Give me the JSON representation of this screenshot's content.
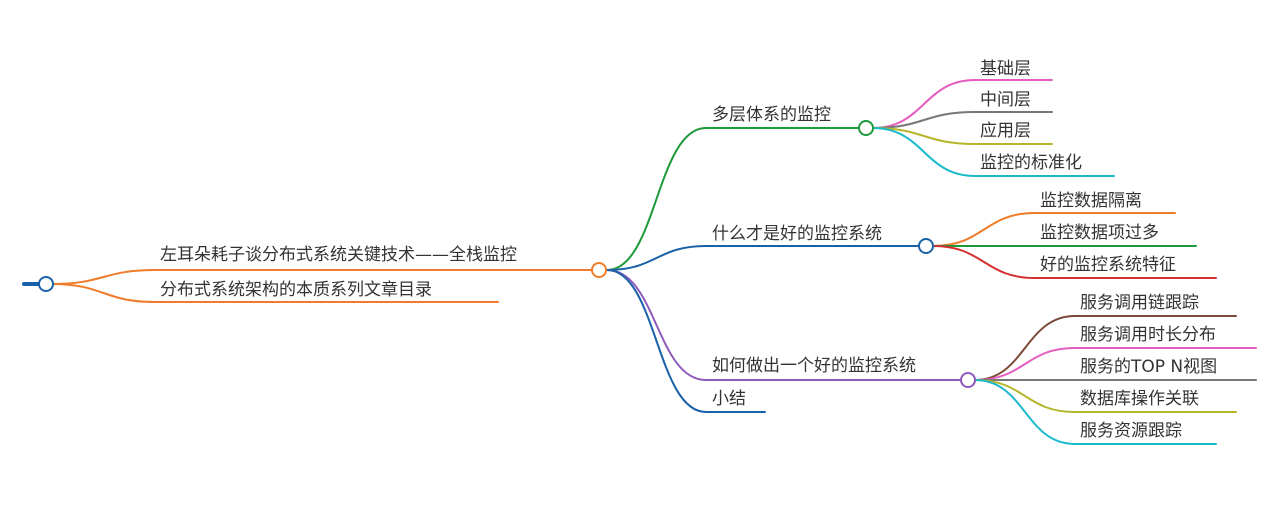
{
  "mindmap": {
    "root": {
      "title": "左耳朵耗子谈分布式系统关键技术——全栈监控",
      "sibling": "分布式系统架构的本质系列文章目录"
    },
    "branches": [
      {
        "label": "多层体系的监控",
        "color": "#1e9a3c",
        "children": [
          {
            "label": "基础层",
            "color": "#e55bbf"
          },
          {
            "label": "中间层",
            "color": "#777777"
          },
          {
            "label": "应用层",
            "color": "#b5b52a"
          },
          {
            "label": "监控的标准化",
            "color": "#19b9cc"
          }
        ]
      },
      {
        "label": "什么才是好的监控系统",
        "color": "#1a62a8",
        "children": [
          {
            "label": "监控数据隔离",
            "color": "#f07b2a"
          },
          {
            "label": "监控数据项过多",
            "color": "#1e9a3c"
          },
          {
            "label": "好的监控系统特征",
            "color": "#d32f2f"
          }
        ]
      },
      {
        "label": "如何做出一个好的监控系统",
        "color": "#8e5bbd",
        "children": [
          {
            "label": "服务调用链跟踪",
            "color": "#7a4a36"
          },
          {
            "label": "服务调用时长分布",
            "color": "#e55bbf"
          },
          {
            "label": "服务的TOP N视图",
            "color": "#777777"
          },
          {
            "label": "数据库操作关联",
            "color": "#b5b52a"
          },
          {
            "label": "服务资源跟踪",
            "color": "#19b9cc"
          }
        ]
      },
      {
        "label": "小结",
        "color": "#1a62a8",
        "children": []
      }
    ],
    "colors": {
      "left_root": "#1a62a8",
      "main_topic": "#f07b2a",
      "text": "#333333"
    }
  }
}
